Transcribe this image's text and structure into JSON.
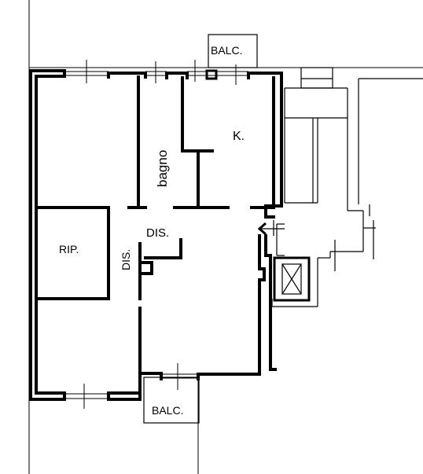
{
  "labels": {
    "balcony_top": "BALC.",
    "balcony_bottom": "BALC.",
    "kitchen": "K.",
    "bathroom": "bagno",
    "hallway_center": "DIS.",
    "hallway_vertical": "DIS.",
    "storage": "RIP."
  },
  "colors": {
    "background": "#ffffff",
    "wall": "#000000",
    "thin_line": "#000000"
  },
  "icons": {
    "entrance_arrow": "arrow-left-icon",
    "elevator": "elevator-cross-icon"
  }
}
